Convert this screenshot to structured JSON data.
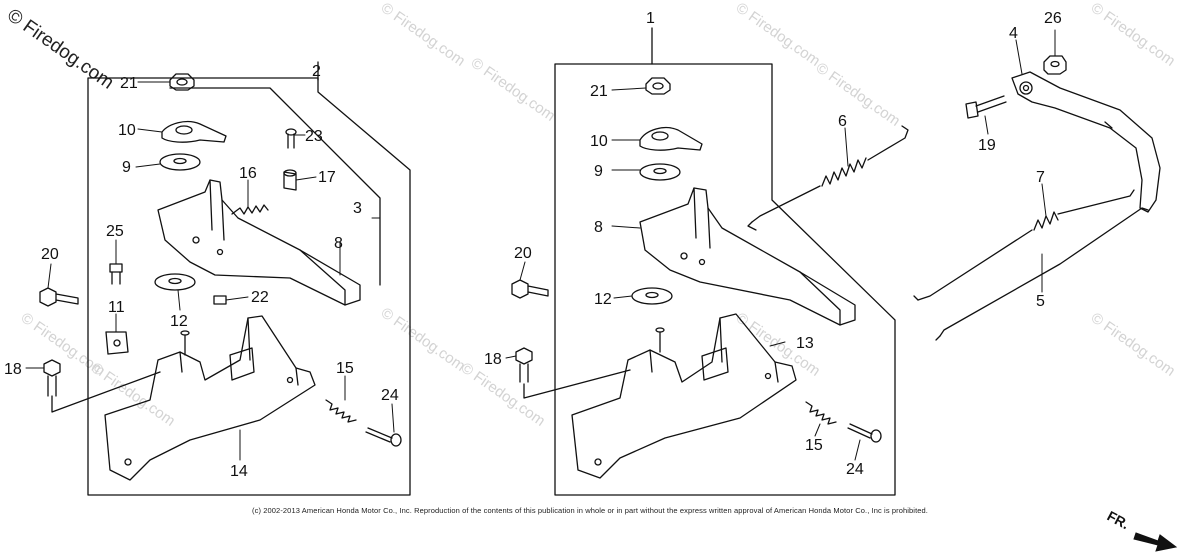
{
  "watermark": {
    "corner_text": "© Firedog.com",
    "tile_text": "© Firedog.com"
  },
  "callouts": {
    "left": {
      "n1_box": "2",
      "n2": "3",
      "n3": "8",
      "n4": "21",
      "n5": "10",
      "n6": "23",
      "n7": "9",
      "n8": "16",
      "n9": "17",
      "n10": "25",
      "n11": "20",
      "n12": "11",
      "n13": "12",
      "n14": "22",
      "n15": "18",
      "n16": "15",
      "n17": "24",
      "n18": "14"
    },
    "center": {
      "n1_box": "1",
      "n2": "21",
      "n3": "10",
      "n4": "9",
      "n5": "8",
      "n6": "20",
      "n7": "12",
      "n8": "13",
      "n9": "18",
      "n10": "15",
      "n11": "24"
    },
    "right": {
      "n1": "4",
      "n2": "26",
      "n3": "19",
      "n4": "6",
      "n5": "7",
      "n6": "5"
    }
  },
  "copyright": "(c) 2002-2013 American Honda Motor Co., Inc. Reproduction of the contents of this publication in whole or in part without the express written approval of American Honda Motor Co., Inc is prohibited.",
  "direction_label": "FR.",
  "colors": {
    "ink": "#111111",
    "watermark": "#d3d3d3",
    "background": "#ffffff"
  }
}
